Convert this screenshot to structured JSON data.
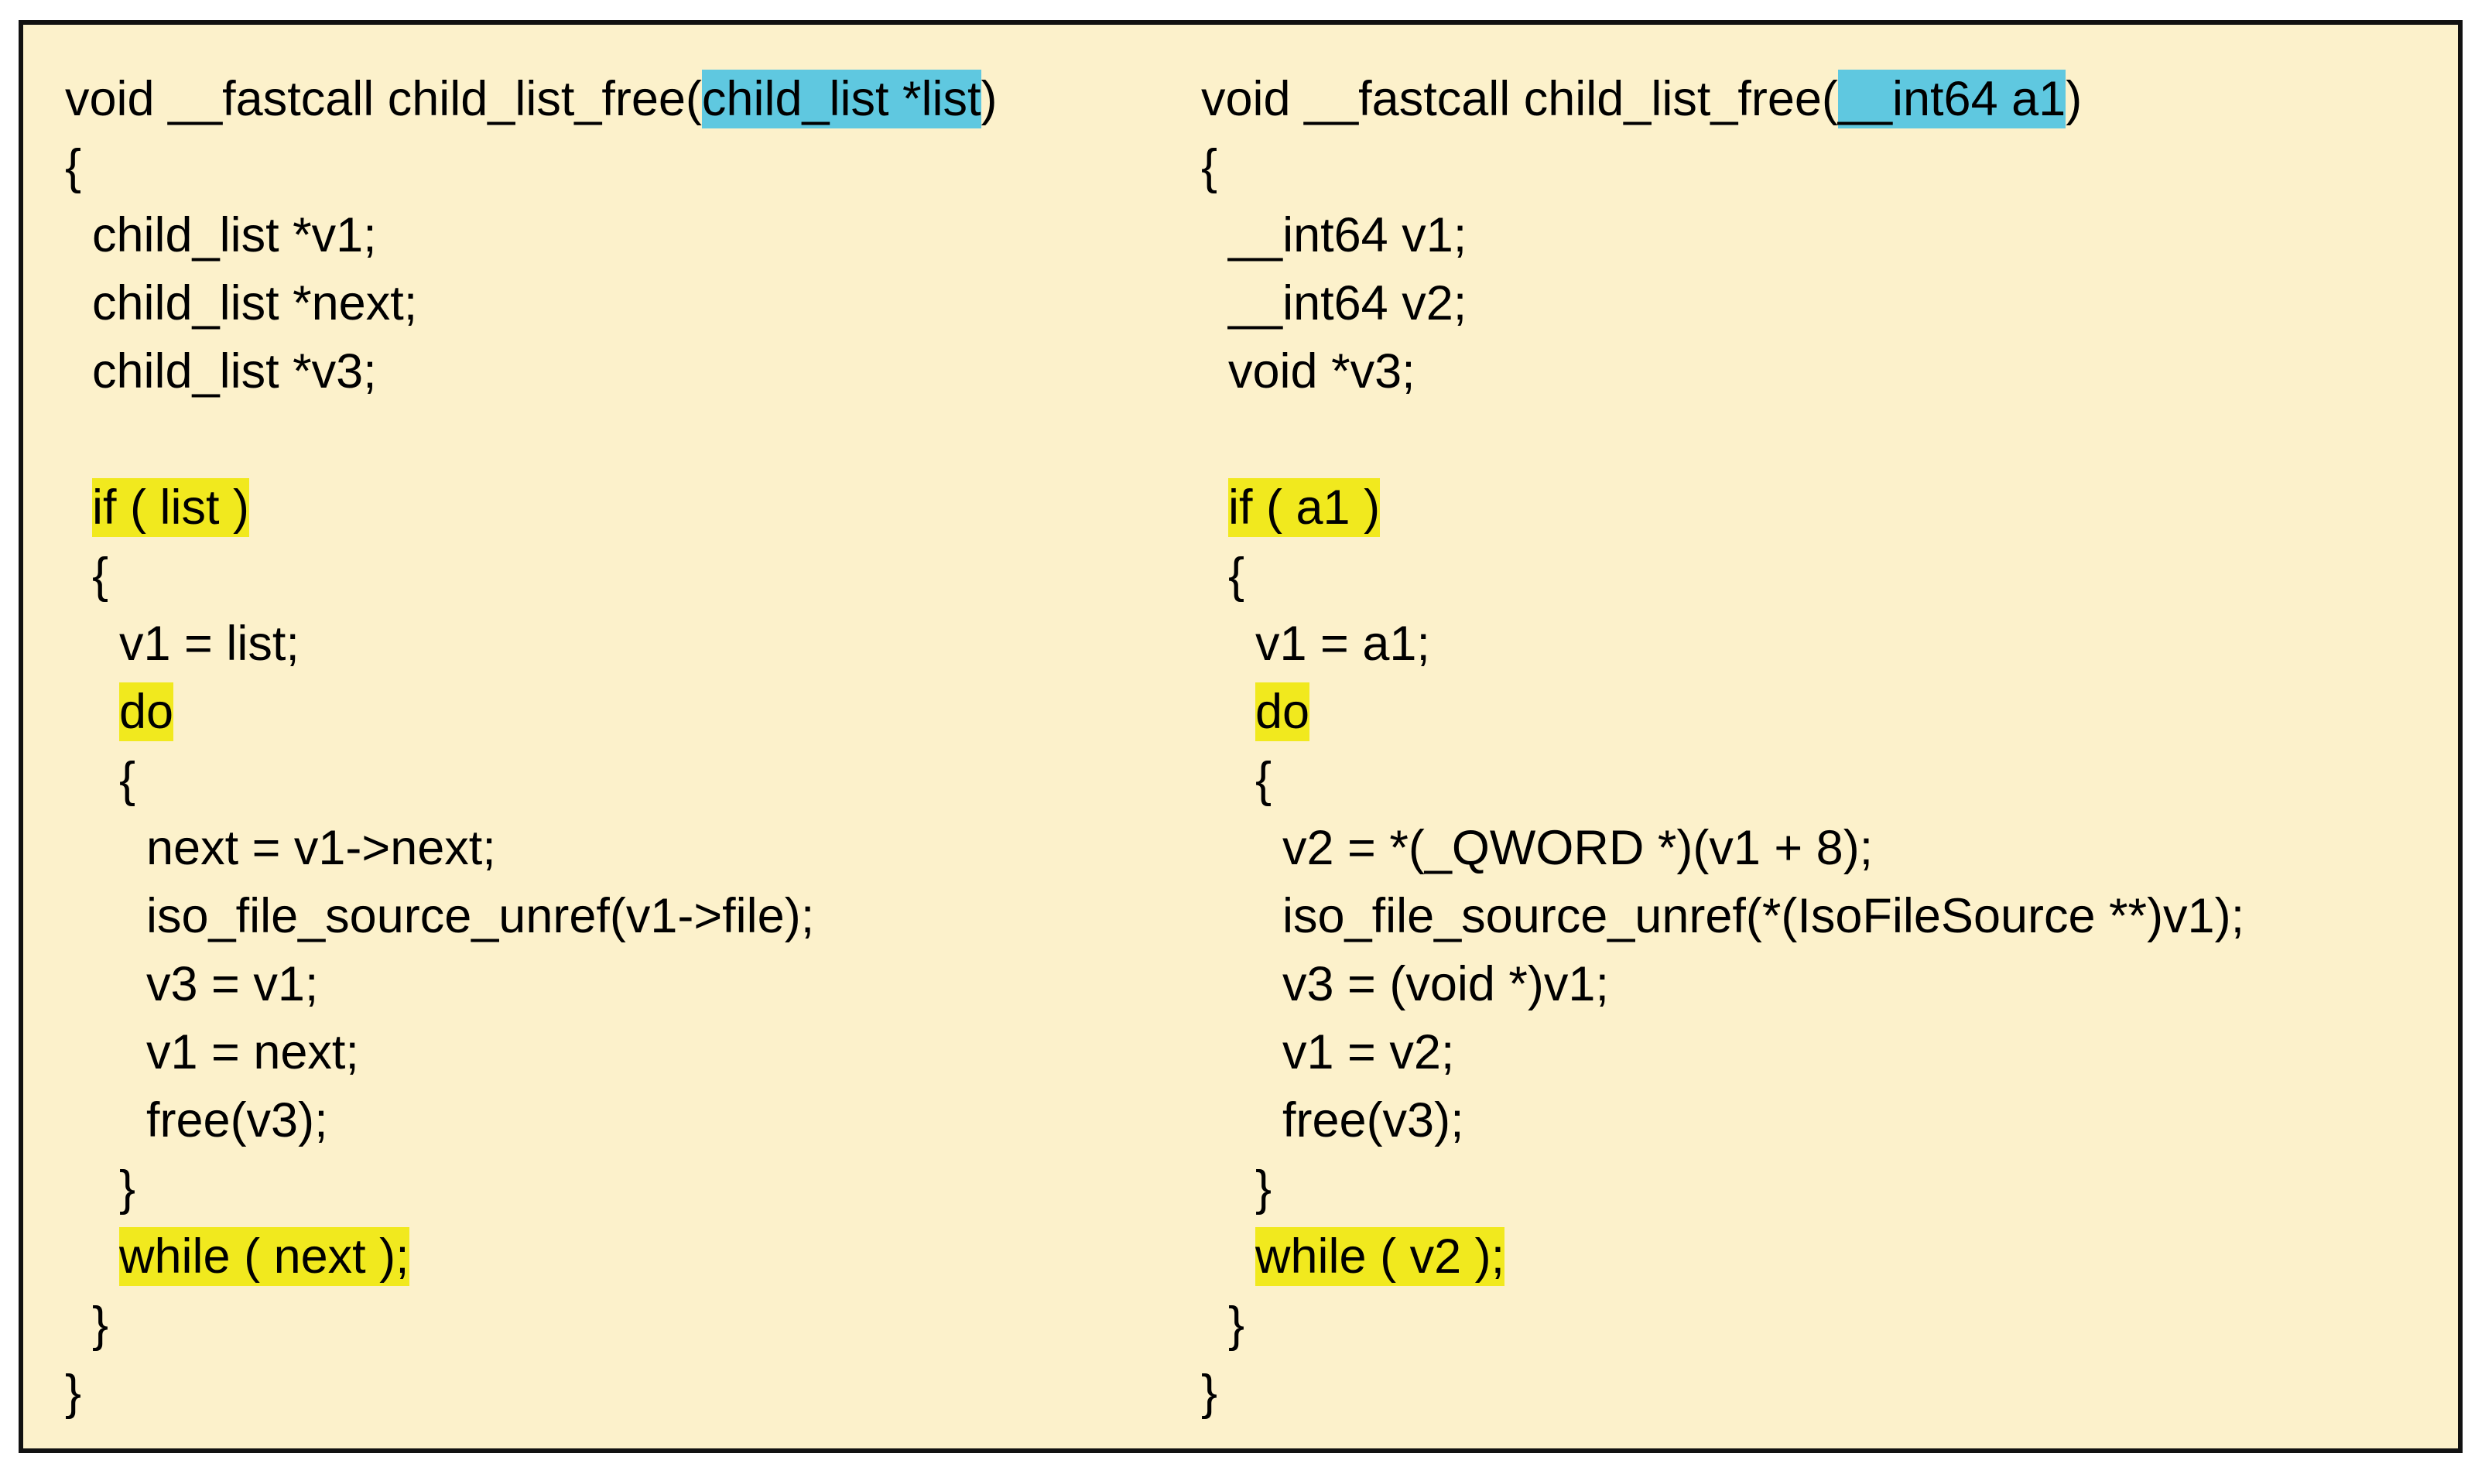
{
  "colors": {
    "panel_background": "#fcf1cb",
    "panel_border": "#111111",
    "text": "#000000",
    "highlight_yellow": "#f1e91e",
    "highlight_cyan": "#5fc8e0"
  },
  "left_listing": {
    "lines": [
      [
        {
          "text": "void __fastcall child_list_free("
        },
        {
          "text": "child_list *list",
          "hl": "cyan"
        },
        {
          "text": ")"
        }
      ],
      [
        {
          "text": "{"
        }
      ],
      [
        {
          "text": "  child_list *v1;"
        }
      ],
      [
        {
          "text": "  child_list *next;"
        }
      ],
      [
        {
          "text": "  child_list *v3;"
        }
      ],
      [
        {
          "text": ""
        }
      ],
      [
        {
          "text": "  "
        },
        {
          "text": "if ( list )",
          "hl": "yellow"
        }
      ],
      [
        {
          "text": "  {"
        }
      ],
      [
        {
          "text": "    v1 = list;"
        }
      ],
      [
        {
          "text": "    "
        },
        {
          "text": "do",
          "hl": "yellow"
        }
      ],
      [
        {
          "text": "    {"
        }
      ],
      [
        {
          "text": "      next = v1->next;"
        }
      ],
      [
        {
          "text": "      iso_file_source_unref(v1->file);"
        }
      ],
      [
        {
          "text": "      v3 = v1;"
        }
      ],
      [
        {
          "text": "      v1 = next;"
        }
      ],
      [
        {
          "text": "      free(v3);"
        }
      ],
      [
        {
          "text": "    }"
        }
      ],
      [
        {
          "text": "    "
        },
        {
          "text": "while ( next );",
          "hl": "yellow"
        }
      ],
      [
        {
          "text": "  }"
        }
      ],
      [
        {
          "text": "}"
        }
      ]
    ]
  },
  "right_listing": {
    "lines": [
      [
        {
          "text": "void __fastcall child_list_free("
        },
        {
          "text": "__int64 a1",
          "hl": "cyan"
        },
        {
          "text": ")"
        }
      ],
      [
        {
          "text": "{"
        }
      ],
      [
        {
          "text": "  __int64 v1;"
        }
      ],
      [
        {
          "text": "  __int64 v2;"
        }
      ],
      [
        {
          "text": "  void *v3;"
        }
      ],
      [
        {
          "text": ""
        }
      ],
      [
        {
          "text": "  "
        },
        {
          "text": "if ( a1 )",
          "hl": "yellow"
        }
      ],
      [
        {
          "text": "  {"
        }
      ],
      [
        {
          "text": "    v1 = a1;"
        }
      ],
      [
        {
          "text": "    "
        },
        {
          "text": "do",
          "hl": "yellow"
        }
      ],
      [
        {
          "text": "    {"
        }
      ],
      [
        {
          "text": "      v2 = *(_QWORD *)(v1 + 8);"
        }
      ],
      [
        {
          "text": "      iso_file_source_unref(*(IsoFileSource **)v1);"
        }
      ],
      [
        {
          "text": "      v3 = (void *)v1;"
        }
      ],
      [
        {
          "text": "      v1 = v2;"
        }
      ],
      [
        {
          "text": "      free(v3);"
        }
      ],
      [
        {
          "text": "    }"
        }
      ],
      [
        {
          "text": "    "
        },
        {
          "text": "while ( v2 );",
          "hl": "yellow"
        }
      ],
      [
        {
          "text": "  }"
        }
      ],
      [
        {
          "text": "}"
        }
      ]
    ]
  }
}
